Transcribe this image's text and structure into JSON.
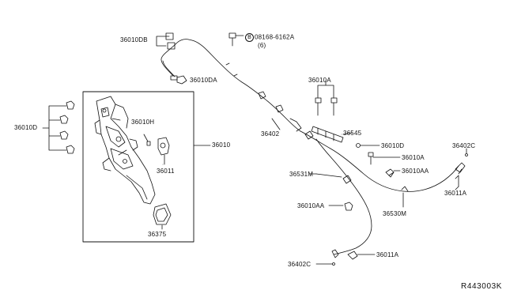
{
  "labels": {
    "p36010DB": "36010DB",
    "p0816B": "08168-6162A",
    "p0816B_circle": "B",
    "p0816B_qty": "(6)",
    "p36010DA": "36010DA",
    "p36010A_top": "36010A",
    "p36010D_left": "36010D",
    "p36010H": "36010H",
    "p36010": "36010",
    "p36011": "36011",
    "p36375": "36375",
    "p36402": "36402",
    "p36545": "36545",
    "p36010D_right": "36010D",
    "p36010A_right": "36010A",
    "p36010AA_right": "36010AA",
    "p36402C_top": "36402C",
    "p36011A_right": "36011A",
    "p36531M": "36531M",
    "p36010AA_left": "36010AA",
    "p36530M": "36530M",
    "p36402C_bottom": "36402C",
    "p36011A_bottom": "36011A"
  },
  "reference": "R443003K",
  "colors": {
    "line": "#111111",
    "background": "#ffffff"
  }
}
